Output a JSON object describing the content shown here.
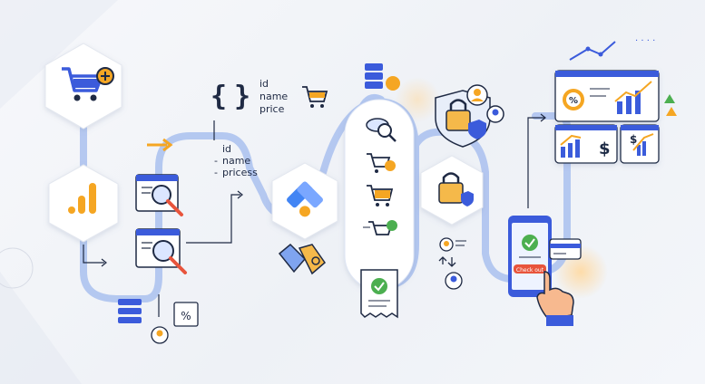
{
  "schema": {
    "brace_open": "{",
    "brace_close": "}",
    "fields": [
      "id",
      "name",
      "price"
    ]
  },
  "field_list": {
    "items": [
      "id",
      "name",
      "pricess"
    ]
  },
  "checkout": {
    "button_label": "Check out"
  },
  "discount": {
    "percent_symbol": "%",
    "dollar_symbol": "$"
  },
  "colors": {
    "path_blue": "#7f9fe6",
    "navy": "#1f2a44",
    "orange": "#f5a623",
    "green": "#4caf50",
    "red": "#e8543c",
    "card_bg": "#ffffff"
  },
  "icons": [
    "cart-add-icon",
    "analytics-bars-icon",
    "browser-search-icon",
    "tag-manager-icon",
    "price-tag-icon",
    "database-icon",
    "eye-search-icon",
    "cart-icon",
    "receipt-check-icon",
    "padlock-shield-icon",
    "user-icon",
    "phone-checkout-icon",
    "credit-card-icon",
    "dashboard-chart-icon"
  ]
}
